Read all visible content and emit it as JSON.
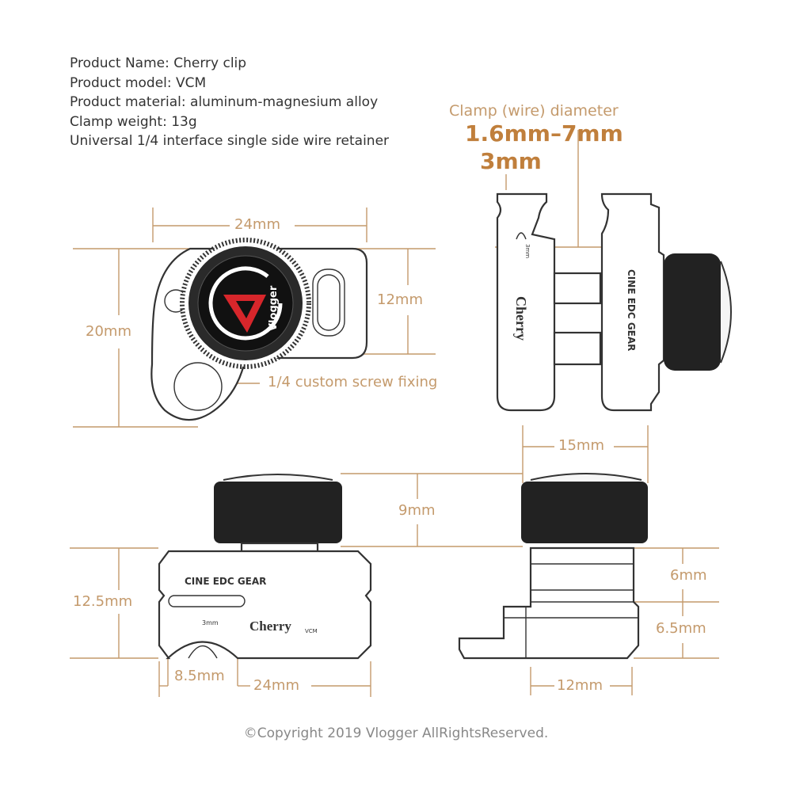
{
  "specs": {
    "name": "Product Name: Cherry clip",
    "model": "Product model: VCM",
    "material": "Product material: aluminum-magnesium alloy",
    "weight": "Clamp weight: 13g",
    "description": "Universal 1/4 interface single side wire retainer"
  },
  "clamp": {
    "title": "Clamp (wire) diameter",
    "range": "1.6mm–7mm",
    "slot": "3mm"
  },
  "dimensions": {
    "top_width": "24mm",
    "top_height": "20mm",
    "top_inner": "12mm",
    "screw_note": "1/4 custom screw fixing",
    "side_width": "15mm",
    "knob_height": "9mm",
    "front_height": "12.5mm",
    "front_notch": "8.5mm",
    "front_width": "24mm",
    "side_upper": "6mm",
    "side_lower": "6.5mm",
    "side_base": "12mm"
  },
  "engravings": {
    "brand": "Vlogger",
    "product": "Cherry",
    "model": "VCM",
    "line": "CINE EDC GEAR",
    "slot_mark": "3mm"
  },
  "copyright": "©Copyright 2019 Vlogger AllRightsReserved.",
  "colors": {
    "dimension": "#c49a6c",
    "highlight": "#c07f3c",
    "outline": "#333333",
    "text": "#333333",
    "logo_red": "#d7262b"
  }
}
